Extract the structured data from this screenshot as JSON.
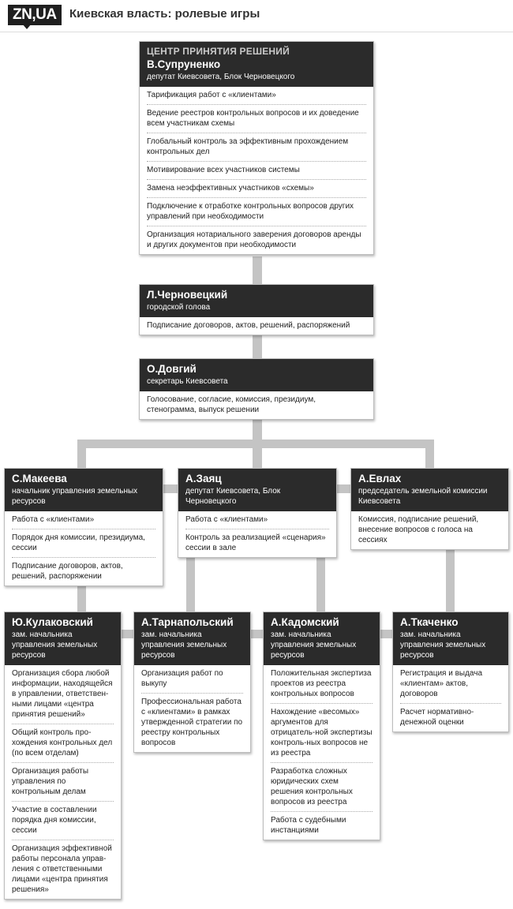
{
  "header": {
    "logo": "ZN,UA",
    "title": "Киевская власть: ролевые игры"
  },
  "center": {
    "kicker": "ЦЕНТР ПРИНЯТИЯ РЕШЕНИЙ",
    "name": "В.Супруненко",
    "role": "депутат Киевсовета, Блок Черновецкого",
    "items": [
      "Тарификация работ с «клиентами»",
      "Ведение реестров контрольных вопросов и их доведение всем участникам схемы",
      "Глобальный контроль за эффективным прохождением контрольных дел",
      "Мотивирование всех участников системы",
      "Замена неэффективных участников «схемы»",
      "Подключение к отработке контрольных вопросов других управлений при необходимости",
      "Организация нотариального заверения договоров аренды и других документов при необходимости"
    ]
  },
  "chernovetsky": {
    "name": "Л.Черновецкий",
    "role": "городской голова",
    "items": [
      "Подписание договоров, актов, решений, распоряжений"
    ]
  },
  "dovgiy": {
    "name": "О.Довгий",
    "role": "секретарь Киевсовета",
    "items": [
      "Голосование, согласие, комиссия, президиум, стенограмма, выпуск решении"
    ]
  },
  "makeeva": {
    "name": "С.Макеева",
    "role": "начальник управления земельных ресурсов",
    "items": [
      "Работа с «клиентами»",
      "Порядок дня комиссии, президиума, сессии",
      "Подписание договоров, актов, решений, распоряжении"
    ]
  },
  "zayats": {
    "name": "А.Заяц",
    "role": "депутат Киевсовета, Блок Черновецкого",
    "items": [
      "Работа с «клиентами»",
      "Контроль за реализацией «сценария» сессии в зале"
    ]
  },
  "evlakh": {
    "name": "А.Евлах",
    "role": "председатель земельной комиссии Киевсовета",
    "items": [
      "Комиссия, подписание решений, внесение вопросов с голоса на сессиях"
    ]
  },
  "kulakovsky": {
    "name": "Ю.Кулаковский",
    "role": "зам. начальника управления земельных ресурсов",
    "items": [
      "Организация сбора любой информации, находящейся в управлении, ответствен-ными лицами «центра принятия решений»",
      "Общий контроль про-хождения контрольных дел (по всем отделам)",
      "Организация работы управления по контрольным делам",
      "Участие в составлении порядка дня комиссии, сессии",
      "Организация эффективной работы персонала управ-ления с ответственными лицами «центра принятия решения»"
    ]
  },
  "tarnopolsky": {
    "name": "А.Тарнапольский",
    "role": "зам. начальника управления земельных ресурсов",
    "items": [
      "Организация работ по выкупу",
      "Профессиональная работа с «клиентами» в рамках утвержденной стратегии по реестру контрольных вопросов"
    ]
  },
  "kadomsky": {
    "name": "А.Кадомский",
    "role": "зам. начальника управления земельных ресурсов",
    "items": [
      "Положительная экспертиза проектов из реестра контрольных вопросов",
      "Нахождение «весомых» аргументов для отрицатель-ной экспертизы контроль-ных вопросов не из реестра",
      "Разработка сложных юридических схем решения контрольных вопросов из реестра",
      "Работа с судебными инстанциями"
    ]
  },
  "tkachenko": {
    "name": "А.Ткаченко",
    "role": "зам. начальника управления земельных ресурсов",
    "items": [
      "Регистрация и выдача «клиентам» актов, договоров",
      "Расчет нормативно-денежной оценки"
    ]
  }
}
